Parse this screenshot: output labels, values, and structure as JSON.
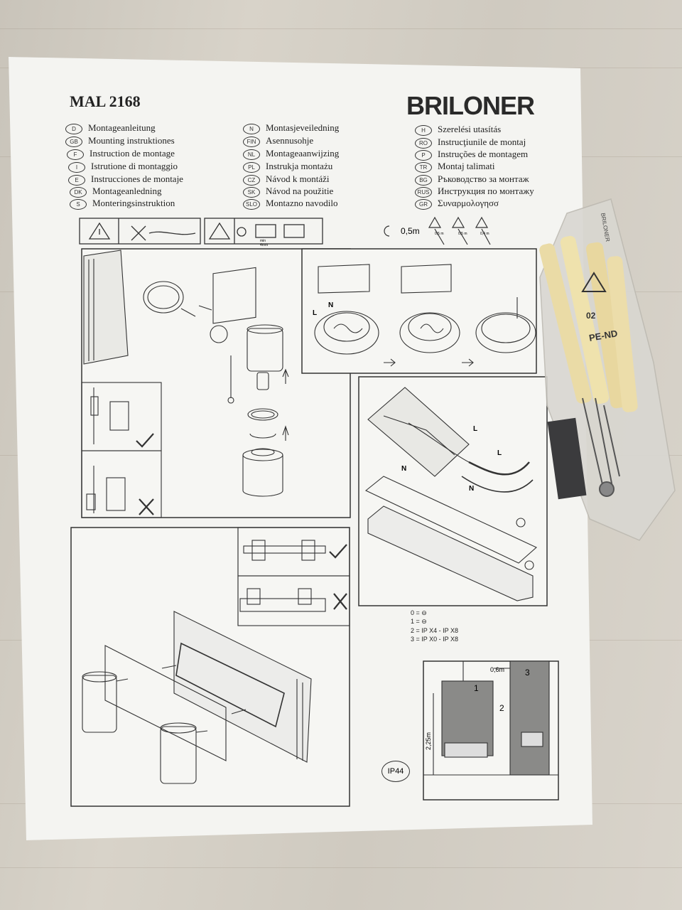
{
  "document": {
    "model": "MAL 2168",
    "brand": "BRILONER",
    "languages_col1": [
      {
        "code": "D",
        "label": "Montageanleitung"
      },
      {
        "code": "GB",
        "label": "Mounting instruktiones"
      },
      {
        "code": "F",
        "label": "Instruction de montage"
      },
      {
        "code": "I",
        "label": "Istrutione di montaggio"
      },
      {
        "code": "E",
        "label": "Instrucciones de montaje"
      },
      {
        "code": "DK",
        "label": "Montageanledning"
      },
      {
        "code": "S",
        "label": "Monteringsinstruktion"
      }
    ],
    "languages_col2": [
      {
        "code": "N",
        "label": "Montasjeveiledning"
      },
      {
        "code": "FIN",
        "label": "Asennusohje"
      },
      {
        "code": "NL",
        "label": "Montageaanwijzing"
      },
      {
        "code": "PL",
        "label": "Instrukja montażu"
      },
      {
        "code": "CZ",
        "label": "Návod k montáži"
      },
      {
        "code": "SK",
        "label": "Návod na použitie"
      },
      {
        "code": "SLO",
        "label": "Montazno navodilo"
      }
    ],
    "languages_col3": [
      {
        "code": "H",
        "label": "Szerelési utasítás"
      },
      {
        "code": "RO",
        "label": "Instrucţiunile de montaj"
      },
      {
        "code": "P",
        "label": "Instruções de montagem"
      },
      {
        "code": "TR",
        "label": "Montaj talimati"
      },
      {
        "code": "BG",
        "label": "Ръководство за монтаж"
      },
      {
        "code": "RUS",
        "label": "Инструкция по монтажу"
      },
      {
        "code": "GR",
        "label": "Συναρμολογησσ"
      }
    ],
    "distance": "0,5m",
    "distance_marks": [
      "0,5 m",
      "0,5 m",
      "0,4 m"
    ],
    "wire_min_label": "min",
    "wire_mm_label": "4mm",
    "wiring_labels": {
      "l": "L",
      "n": "N"
    },
    "zone_legend": [
      "0 = ⊖",
      "1 = ⊖",
      "2 = IP X4 - IP X8",
      "3 = IP X0 - IP X8"
    ],
    "zone_distance": "0,6m",
    "zone_height": "2,25m",
    "zone_numbers": [
      "1",
      "2",
      "3"
    ],
    "ip_rating": "IP44",
    "bag_label": "PE-ND",
    "recycle_code": "02",
    "bag_side_text": "BRILONER"
  },
  "colors": {
    "paper": "#f4f4f1",
    "ink": "#222222",
    "plug": "#eadba6",
    "bag": "#d7d5cf"
  }
}
